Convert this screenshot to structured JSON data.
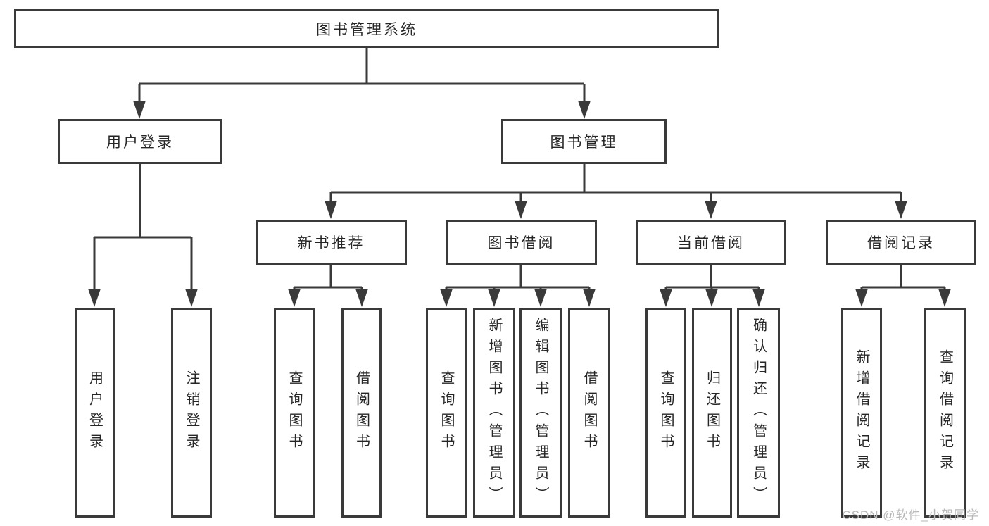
{
  "nodes": {
    "root": "图书管理系统",
    "user_login": "用户登录",
    "book_mgmt": "图书管理",
    "login_action": "用户登录",
    "logout_action": "注销登录",
    "new_book_rec": "新书推荐",
    "book_borrow": "图书借阅",
    "current_borrow": "当前借阅",
    "borrow_record": "借阅记录",
    "nb_query_book": "查询图书",
    "nb_borrow_book": "借阅图书",
    "bb_query_book": "查询图书",
    "bb_add_book": "新增图书（管理员）",
    "bb_edit_book": "编辑图书（管理员）",
    "bb_borrow_book": "借阅图书",
    "cb_query_book": "查询图书",
    "cb_return_book": "归还图书",
    "cb_confirm_return": "确认归还（管理员）",
    "br_add_record": "新增借阅记录",
    "br_query_record": "查询借阅记录"
  },
  "hierarchy": {
    "图书管理系统": {
      "用户登录": [
        "用户登录",
        "注销登录"
      ],
      "图书管理": {
        "新书推荐": [
          "查询图书",
          "借阅图书"
        ],
        "图书借阅": [
          "查询图书",
          "新增图书（管理员）",
          "编辑图书（管理员）",
          "借阅图书"
        ],
        "当前借阅": [
          "查询图书",
          "归还图书",
          "确认归还（管理员）"
        ],
        "借阅记录": [
          "新增借阅记录",
          "查询借阅记录"
        ]
      }
    }
  },
  "watermark": "CSDN @软件_小贺同学",
  "colors": {
    "line": "#3a3a3a",
    "text": "#262626",
    "watermark": "#b9b9b9",
    "background": "#ffffff"
  }
}
